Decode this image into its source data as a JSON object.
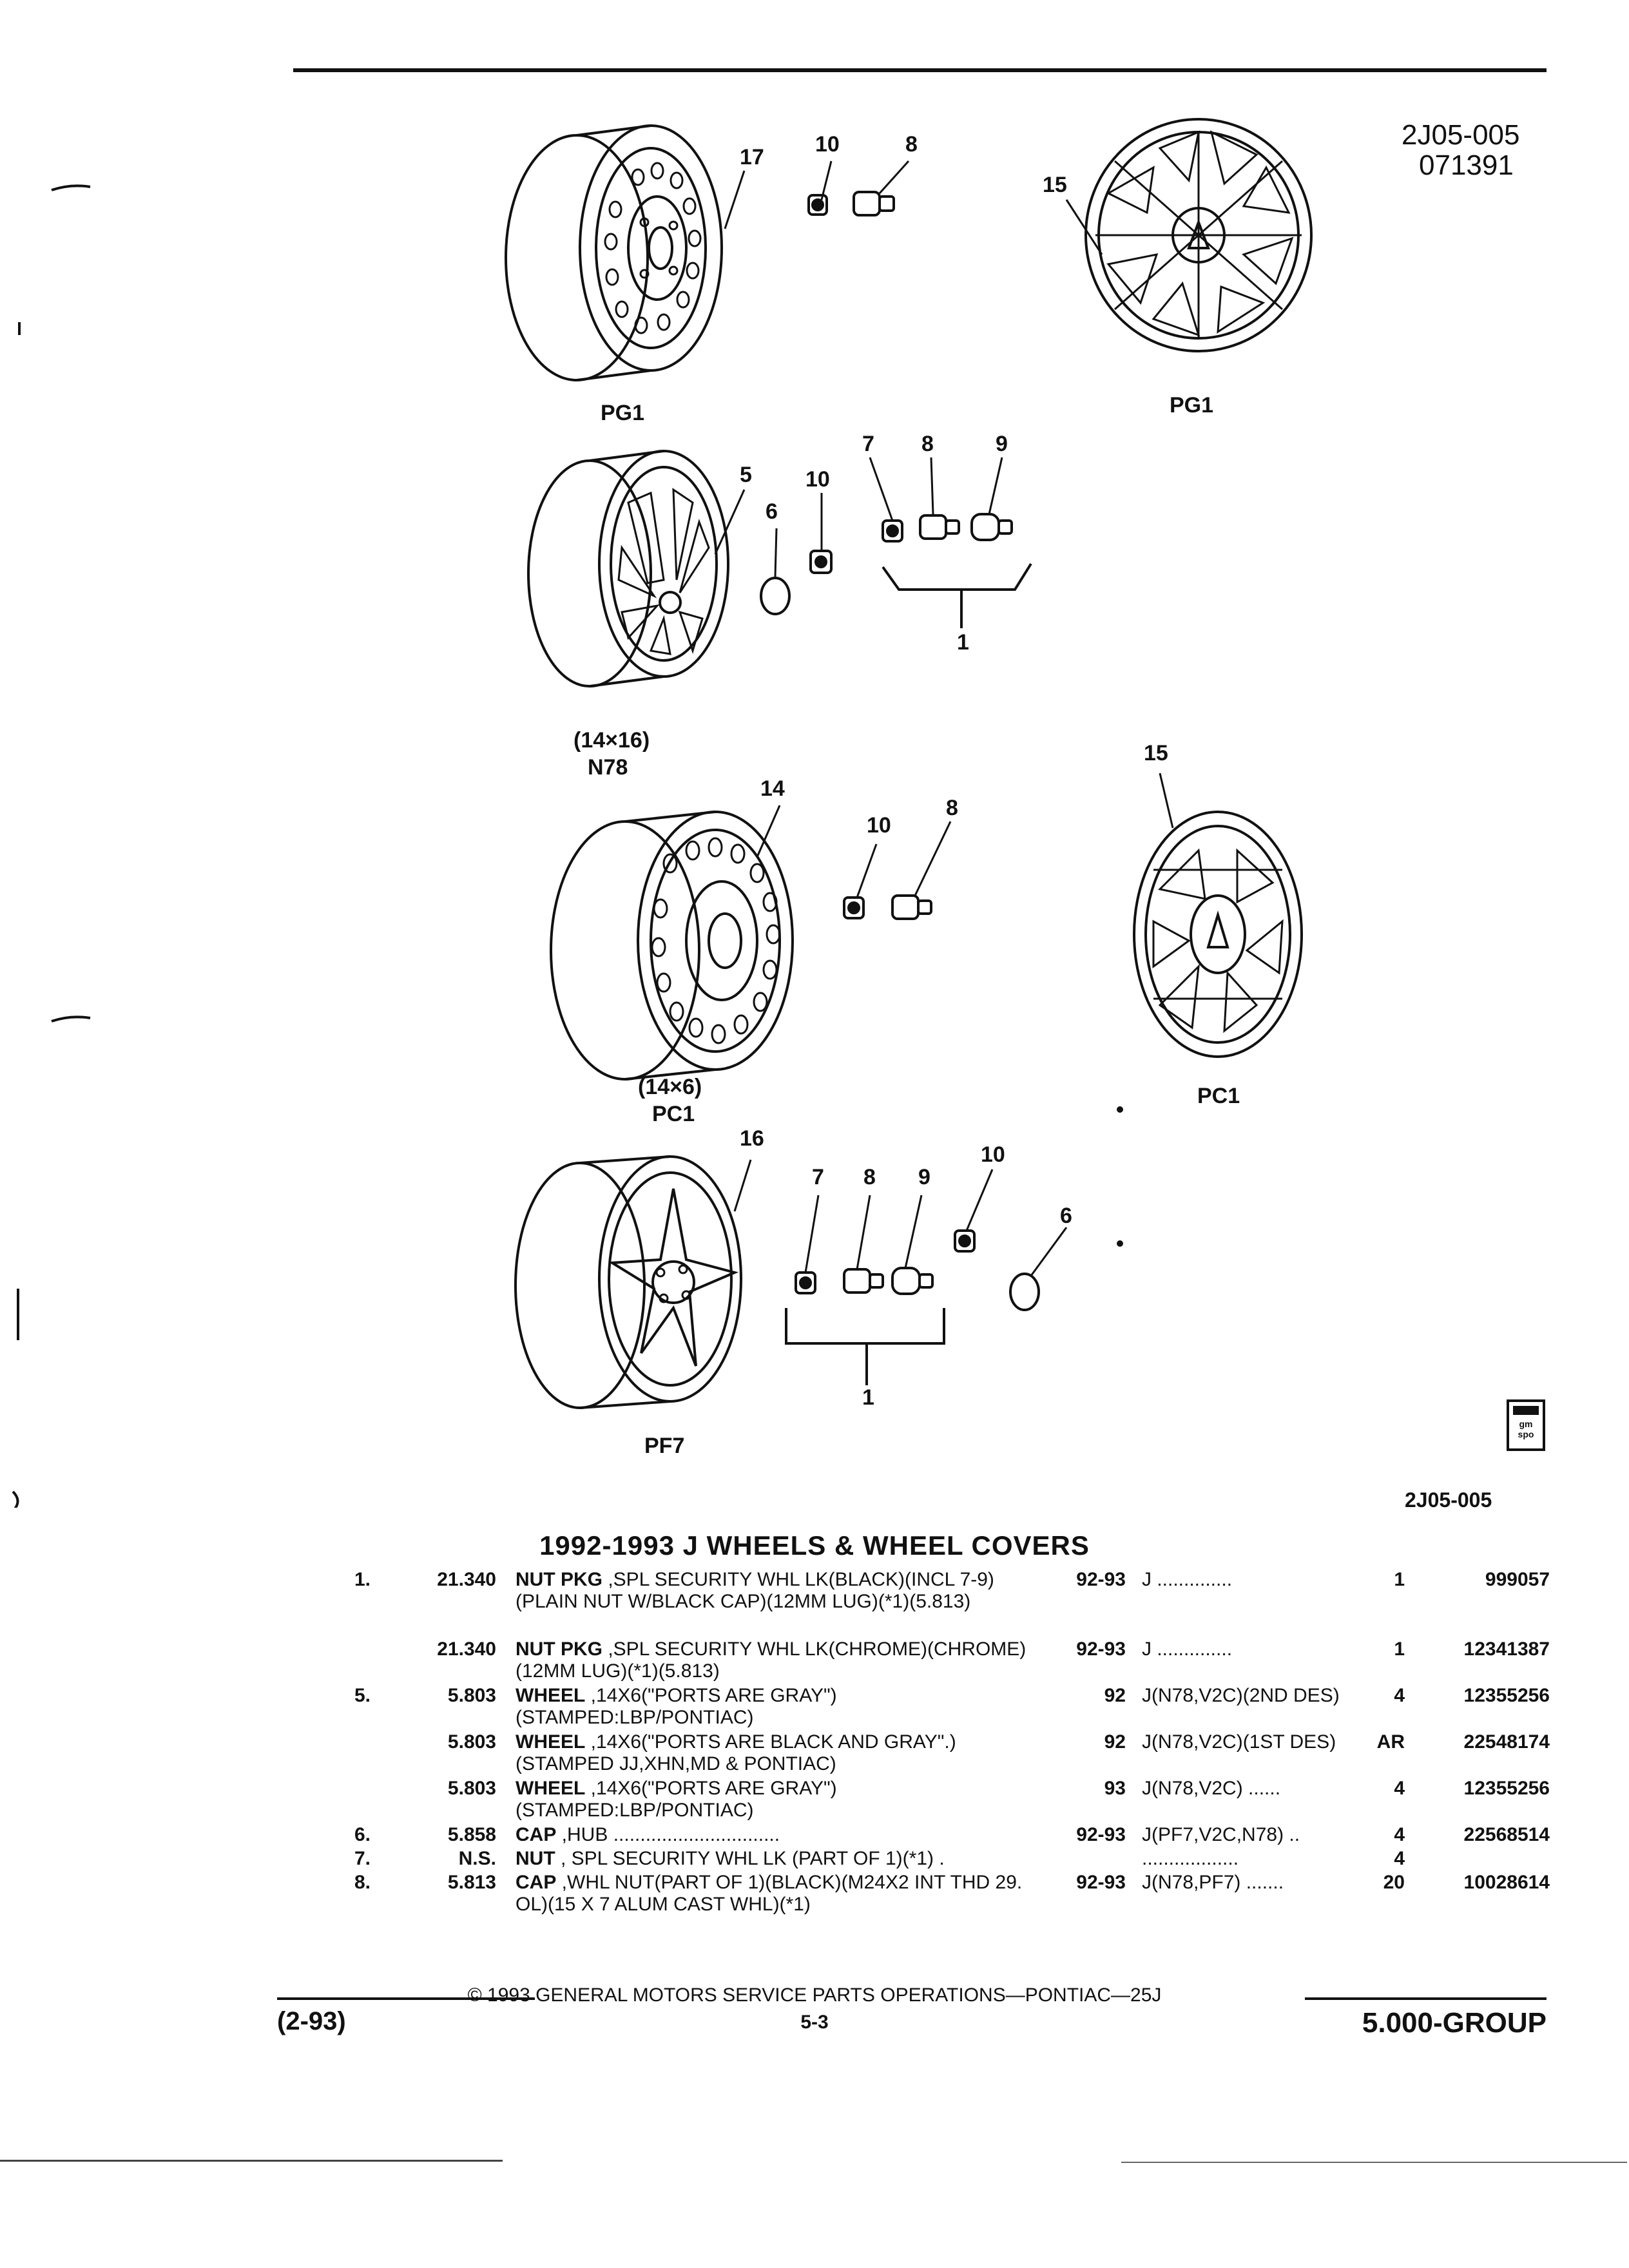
{
  "header": {
    "code": "2J05-005",
    "date": "071391"
  },
  "figure": {
    "callouts": {
      "n17": "17",
      "n10a": "10",
      "n8a": "8",
      "n15a": "15",
      "n5": "5",
      "n10b": "10",
      "n6a": "6",
      "n7a": "7",
      "n8b": "8",
      "n9a": "9",
      "n1a": "1",
      "n14": "14",
      "n10c": "10",
      "n8c": "8",
      "n15b": "15",
      "n16": "16",
      "n7b": "7",
      "n8d": "8",
      "n9b": "9",
      "n10d": "10",
      "n6b": "6",
      "n1b": "1"
    },
    "labels": {
      "pg1_wheel": "PG1",
      "pg1_cover": "PG1",
      "n78_size": "(14×16)",
      "n78": "N78",
      "pc1_size": "(14×6)",
      "pc1_wheel": "PC1",
      "pc1_cover": "PC1",
      "pf7": "PF7"
    },
    "logo_text": "gm spo",
    "figure_code": "2J05-005"
  },
  "section_title": "1992-1993 J WHEELS & WHEEL COVERS",
  "parts": [
    {
      "item": "1.",
      "group": "21.340",
      "name": "NUT PKG",
      "desc": " ,SPL SECURITY WHL LK(BLACK)(INCL 7-9)(PLAIN NUT W/BLACK CAP)(12MM LUG)(*1)(5.813)",
      "years": "92-93",
      "models": "J ..............",
      "qty": "1",
      "part": "999057"
    },
    {
      "item": "",
      "group": "21.340",
      "name": "NUT PKG",
      "desc": " ,SPL SECURITY WHL LK(CHROME)(CHROME)(12MM LUG)(*1)(5.813)",
      "years": "92-93",
      "models": "J ..............",
      "qty": "1",
      "part": "12341387"
    },
    {
      "item": "5.",
      "group": "5.803",
      "name": "WHEEL",
      "desc": " ,14X6(\"PORTS ARE GRAY\")(STAMPED:LBP/PONTIAC)",
      "years": "92",
      "models": "J(N78,V2C)(2ND DES)",
      "qty": "4",
      "part": "12355256"
    },
    {
      "item": "",
      "group": "5.803",
      "name": "WHEEL",
      "desc": " ,14X6(\"PORTS ARE BLACK AND GRAY\".)(STAMPED JJ,XHN,MD & PONTIAC)",
      "years": "92",
      "models": "J(N78,V2C)(1ST DES)",
      "qty": "AR",
      "part": "22548174"
    },
    {
      "item": "",
      "group": "5.803",
      "name": "WHEEL",
      "desc": " ,14X6(\"PORTS ARE GRAY\")(STAMPED:LBP/PONTIAC)",
      "years": "93",
      "models": "J(N78,V2C) ......",
      "qty": "4",
      "part": "12355256"
    },
    {
      "item": "6.",
      "group": "5.858",
      "name": "CAP",
      "desc": " ,HUB ...............................",
      "years": "92-93",
      "models": "J(PF7,V2C,N78) ..",
      "qty": "4",
      "part": "22568514"
    },
    {
      "item": "7.",
      "group": "N.S.",
      "name": "NUT",
      "desc": " , SPL SECURITY WHL LK (PART OF 1)(*1) .",
      "years": "",
      "models": "..................",
      "qty": "4",
      "part": ""
    },
    {
      "item": "8.",
      "group": "5.813",
      "name": "CAP",
      "desc": " ,WHL NUT(PART OF 1)(BLACK)(M24X2 INT THD 29. OL)(15 X 7 ALUM CAST WHL)(*1)",
      "years": "92-93",
      "models": "J(N78,PF7) .......",
      "qty": "20",
      "part": "10028614"
    }
  ],
  "footer": {
    "copyright": "© 1993 GENERAL MOTORS SERVICE PARTS OPERATIONS—PONTIAC—25J",
    "date": "(2-93)",
    "page": "5-3",
    "group": "5.000-GROUP"
  }
}
